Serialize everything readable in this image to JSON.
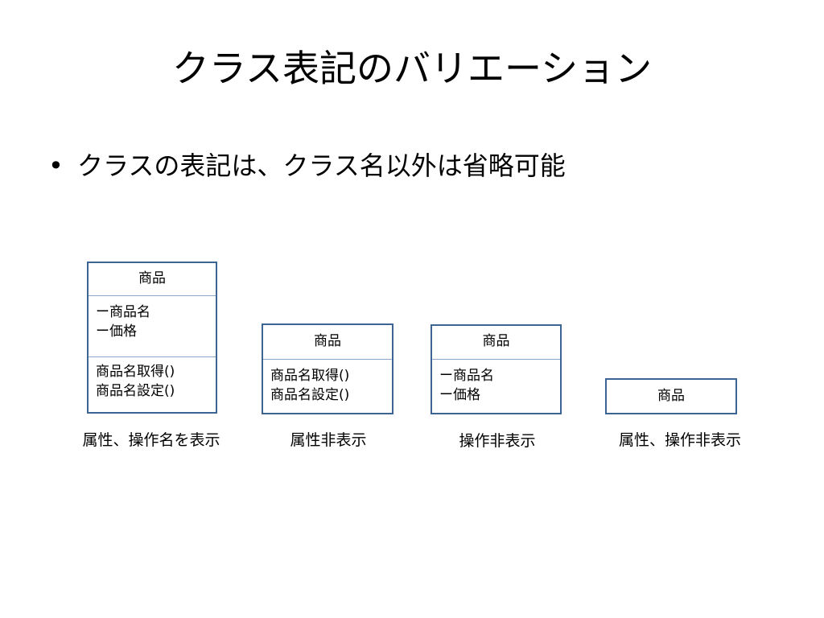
{
  "title": "クラス表記のバリエーション",
  "bullet": {
    "marker": "•",
    "text": "クラスの表記は、クラス名以外は省略可能"
  },
  "variants": [
    {
      "class_name": "商品",
      "attributes": [
        "ー商品名",
        "ー価格"
      ],
      "operations": [
        "商品名取得()",
        "商品名設定()"
      ],
      "caption": "属性、操作名を表示"
    },
    {
      "class_name": "商品",
      "operations": [
        "商品名取得()",
        "商品名設定()"
      ],
      "caption": "属性非表示"
    },
    {
      "class_name": "商品",
      "attributes": [
        "ー商品名",
        "ー価格"
      ],
      "caption": "操作非表示"
    },
    {
      "class_name": "商品",
      "caption": "属性、操作非表示"
    }
  ],
  "colors": {
    "box_border": "#3d6594",
    "divider": "#8aa6c6",
    "text": "#000000",
    "background": "#ffffff"
  }
}
